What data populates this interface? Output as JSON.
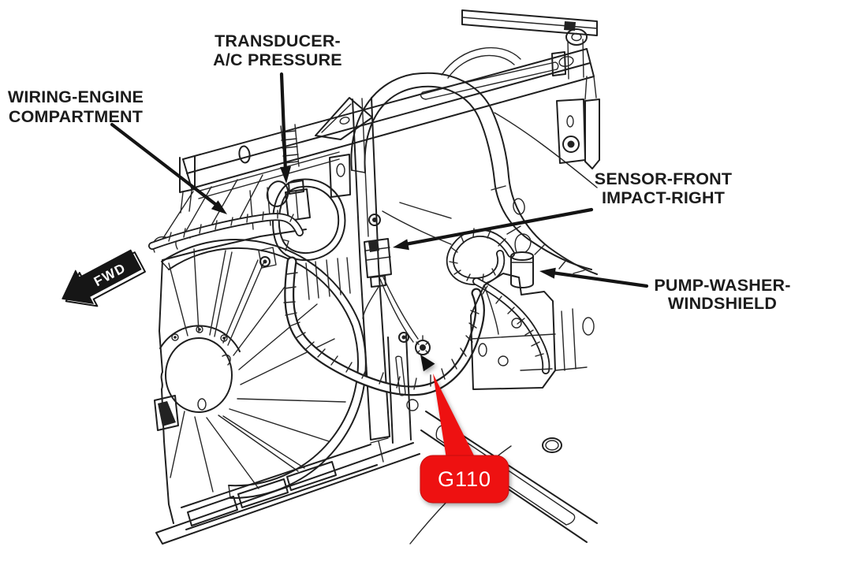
{
  "diagram": {
    "background_color": "#ffffff",
    "line_color": "#1f1f1f",
    "labels": {
      "wiring_engine_compartment": {
        "line1": "WIRING-ENGINE",
        "line2": "COMPARTMENT"
      },
      "transducer_ac_pressure": {
        "line1": "TRANSDUCER-",
        "line2": "A/C PRESSURE"
      },
      "sensor_front_impact_right": {
        "line1": "SENSOR-FRONT",
        "line2": "IMPACT-RIGHT"
      },
      "pump_washer_windshield": {
        "line1": "PUMP-WASHER-",
        "line2": "WINDSHIELD"
      }
    },
    "callout": {
      "label": "G110",
      "fill": "#ee1111",
      "text_color": "#ffffff"
    },
    "direction_indicator": {
      "label": "FWD",
      "fill": "#161616",
      "text_color": "#ffffff"
    }
  }
}
